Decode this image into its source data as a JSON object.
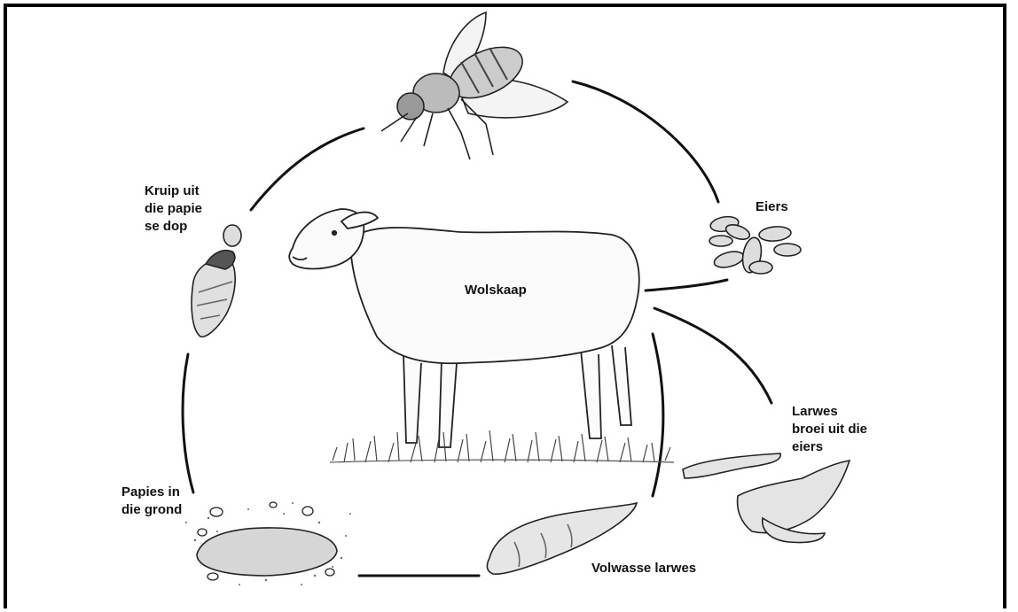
{
  "labels": {
    "sheep": "Wolskaap",
    "eggs": "Eiers",
    "larvae_hatch": "Larwes\nbroei uit die\neiers",
    "mature_larvae": "Volwasse larwes",
    "pupae_ground": "Papies in\ndie grond",
    "emerge": "Kruip uit\ndie papie\nse dop"
  },
  "colors": {
    "ink": "#111111",
    "shade": "#555555",
    "background": "#ffffff"
  }
}
